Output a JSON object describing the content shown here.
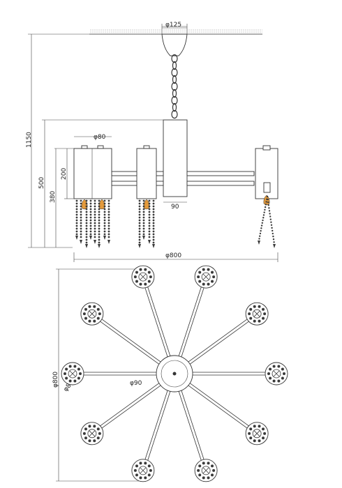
{
  "drawing": {
    "dims": {
      "canopy_diameter": "φ125",
      "total_height": "1150",
      "body_height": "500",
      "arm_height": "380",
      "shade_height": "200",
      "shade_diameter": "φ80",
      "center_width": "90",
      "overall_width": "φ800",
      "plan_diameter": "φ800",
      "plan_shade_diameter": "φ80",
      "hub_diameter": "φ90"
    },
    "colors": {
      "ink": "#333333",
      "bulb": "#e39a3c",
      "crystal": "#3a3a3a"
    }
  }
}
